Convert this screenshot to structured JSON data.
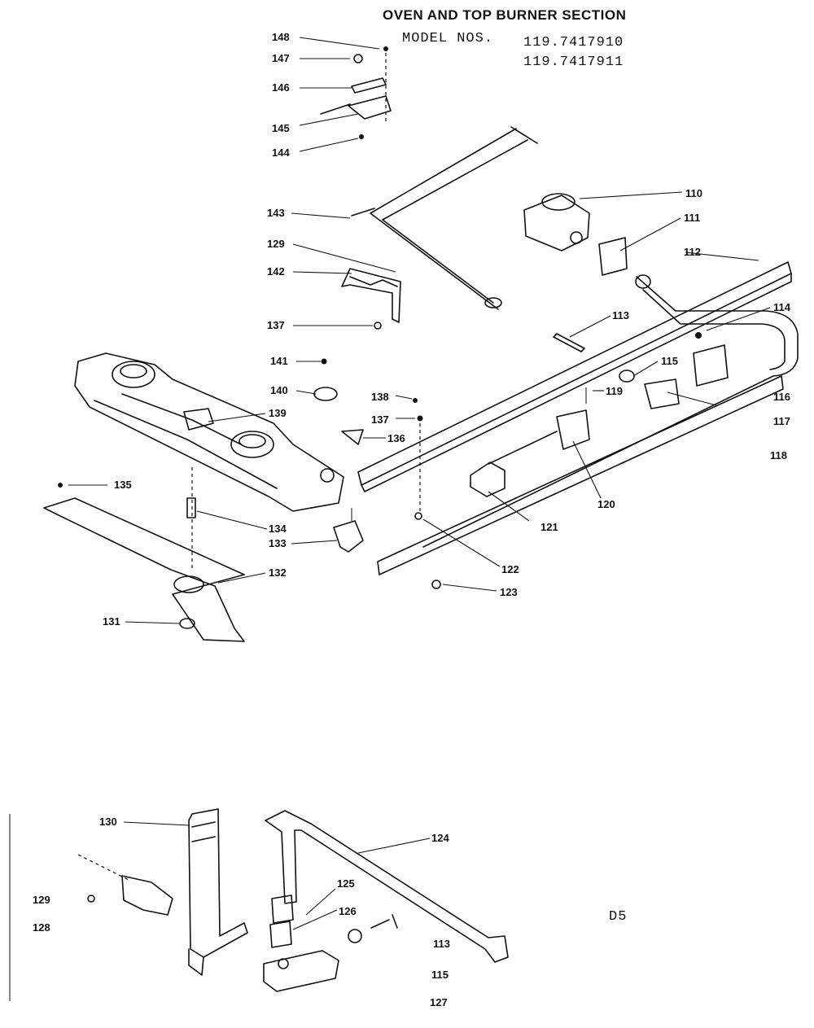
{
  "header": {
    "title": "OVEN AND TOP BURNER SECTION",
    "model_prefix": "MODEL NOS.",
    "model_1": "119.7417910",
    "model_2": "119.7417911"
  },
  "page_code": "D5",
  "part_labels": {
    "p148": "148",
    "p147": "147",
    "p146": "146",
    "p145": "145",
    "p144": "144",
    "p143": "143",
    "p129a": "129",
    "p142": "142",
    "p137a": "137",
    "p141": "141",
    "p140": "140",
    "p139": "139",
    "p138": "138",
    "p137b": "137",
    "p136": "136",
    "p135": "135",
    "p134": "134",
    "p133": "133",
    "p132": "132",
    "p131": "131",
    "p110": "110",
    "p111": "111",
    "p112": "112",
    "p113a": "113",
    "p114": "114",
    "p115a": "115",
    "p119": "119",
    "p116": "116",
    "p117": "117",
    "p118": "118",
    "p120": "120",
    "p121": "121",
    "p122": "122",
    "p123": "123",
    "p130": "130",
    "p129b": "129",
    "p128": "128",
    "p124": "124",
    "p125": "125",
    "p126": "126",
    "p113b": "113",
    "p115b": "115",
    "p127": "127"
  }
}
